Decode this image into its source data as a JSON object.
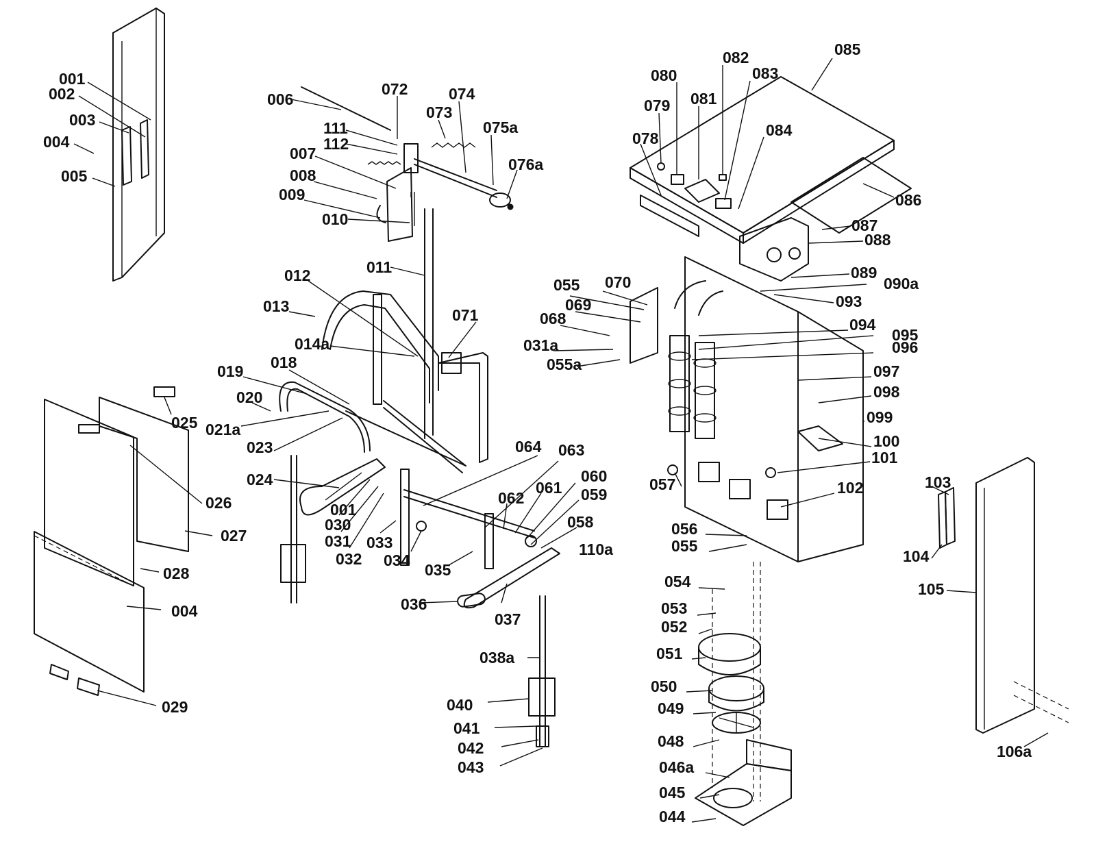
{
  "labels": [
    "001",
    "002",
    "003",
    "004",
    "005",
    "006",
    "072",
    "074",
    "073",
    "075a",
    "076a",
    "111",
    "112",
    "007",
    "008",
    "009",
    "010",
    "011",
    "012",
    "013",
    "014a",
    "071",
    "018",
    "019",
    "020",
    "021a",
    "023",
    "025",
    "026",
    "027",
    "028",
    "004",
    "029",
    "024",
    "001",
    "030",
    "031",
    "032",
    "033",
    "034",
    "035",
    "036",
    "037",
    "110a",
    "064",
    "063",
    "062",
    "061",
    "060",
    "059",
    "058",
    "038a",
    "040",
    "041",
    "042",
    "043",
    "085",
    "082",
    "083",
    "080",
    "081",
    "079",
    "084",
    "078",
    "086",
    "087",
    "088",
    "089",
    "090a",
    "093",
    "055",
    "070",
    "069",
    "068",
    "031a",
    "055a",
    "094",
    "095",
    "096",
    "097",
    "098",
    "099",
    "100",
    "101",
    "057",
    "102",
    "056",
    "055",
    "054",
    "053",
    "052",
    "051",
    "050",
    "049",
    "048",
    "046a",
    "045",
    "044",
    "103",
    "104",
    "105",
    "106a"
  ]
}
